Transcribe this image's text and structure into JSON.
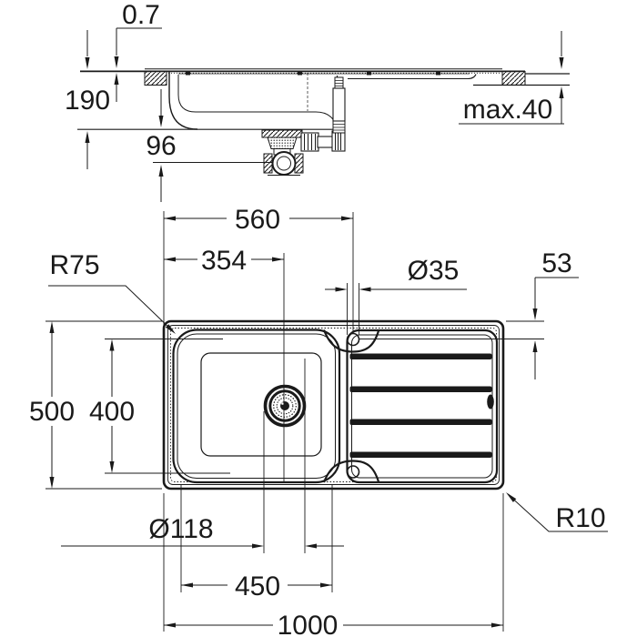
{
  "drawing": {
    "type": "kitchen sink installation dimension diagram",
    "views": [
      "side section view",
      "top plan view"
    ],
    "side_view": {
      "rim_thickness": "0.7",
      "bowl_depth": "190",
      "drain_outlet_drop": "96",
      "max_counter_thickness": "max.40"
    },
    "plan_view": {
      "tap_hole_from_left": "560",
      "drain_center_from_left": "354",
      "tap_hole_diameter": "Ø35",
      "tap_hole_from_top": "53",
      "bowl_corner_radius": "R75",
      "overall_depth": "500",
      "bowl_opening_depth": "400",
      "drain_diameter": "Ø118",
      "bowl_width": "450",
      "overall_length": "1000",
      "outer_corner_radius": "R10"
    },
    "colors": {
      "line": "#1a1a1a",
      "background": "#ffffff"
    }
  }
}
